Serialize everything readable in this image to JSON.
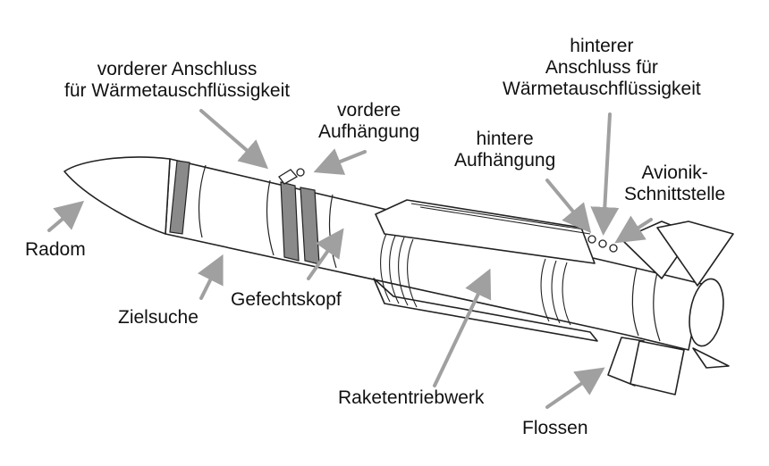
{
  "labels": {
    "radom": "Radom",
    "zielsuche": "Zielsuche",
    "gefechtskopf": "Gefechtskopf",
    "raketentriebwerk": "Raketentriebwerk",
    "flossen": "Flossen",
    "vorderer_anschluss": [
      "vorderer Anschluss",
      "für Wärmetauschflüssigkeit"
    ],
    "vordere_aufhaengung": [
      "vordere",
      "Aufhängung"
    ],
    "hintere_aufhaengung": [
      "hintere",
      "Aufhängung"
    ],
    "hinterer_anschluss": [
      "hinterer",
      "Anschluss für",
      "Wärmetauschflüssigkeit"
    ],
    "avionik": [
      "Avionik-",
      "Schnittstelle"
    ]
  },
  "colors": {
    "outline": "#222222",
    "arrow": "#a0a0a0",
    "band": "#8a8a8a",
    "text": "#111111"
  }
}
